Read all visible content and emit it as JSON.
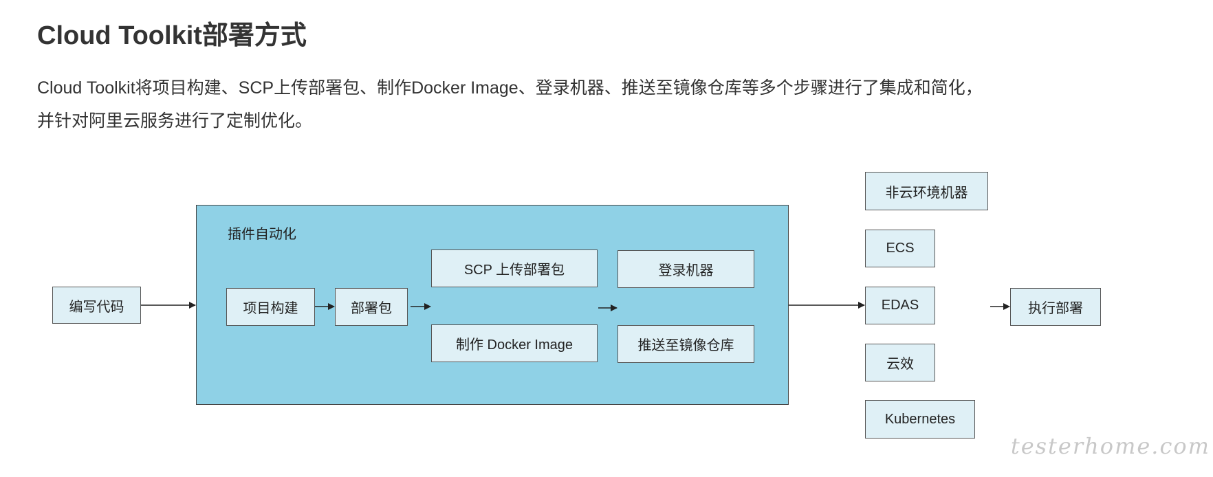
{
  "heading": "Cloud Toolkit部署方式",
  "paragraph": {
    "line1": "Cloud Toolkit将项目构建、SCP上传部署包、制作Docker Image、登录机器、推送至镜像仓库等多个步骤进行了集成和简化，",
    "line2": "并针对阿里云服务进行了定制优化。"
  },
  "diagram": {
    "write_code": "编写代码",
    "plugin_container": "插件自动化",
    "build": "项目构建",
    "package": "部署包",
    "scp_upload": "SCP 上传部署包",
    "docker_image": "制作 Docker Image",
    "login": "登录机器",
    "push_registry": "推送至镜像仓库",
    "targets": [
      "非云环境机器",
      "ECS",
      "EDAS",
      "云效",
      "Kubernetes"
    ],
    "execute": "执行部署"
  },
  "colors": {
    "container_fill": "#8fd1e6",
    "box_fill": "#dff0f6",
    "text": "#333333"
  },
  "watermark": "testerhome.com"
}
